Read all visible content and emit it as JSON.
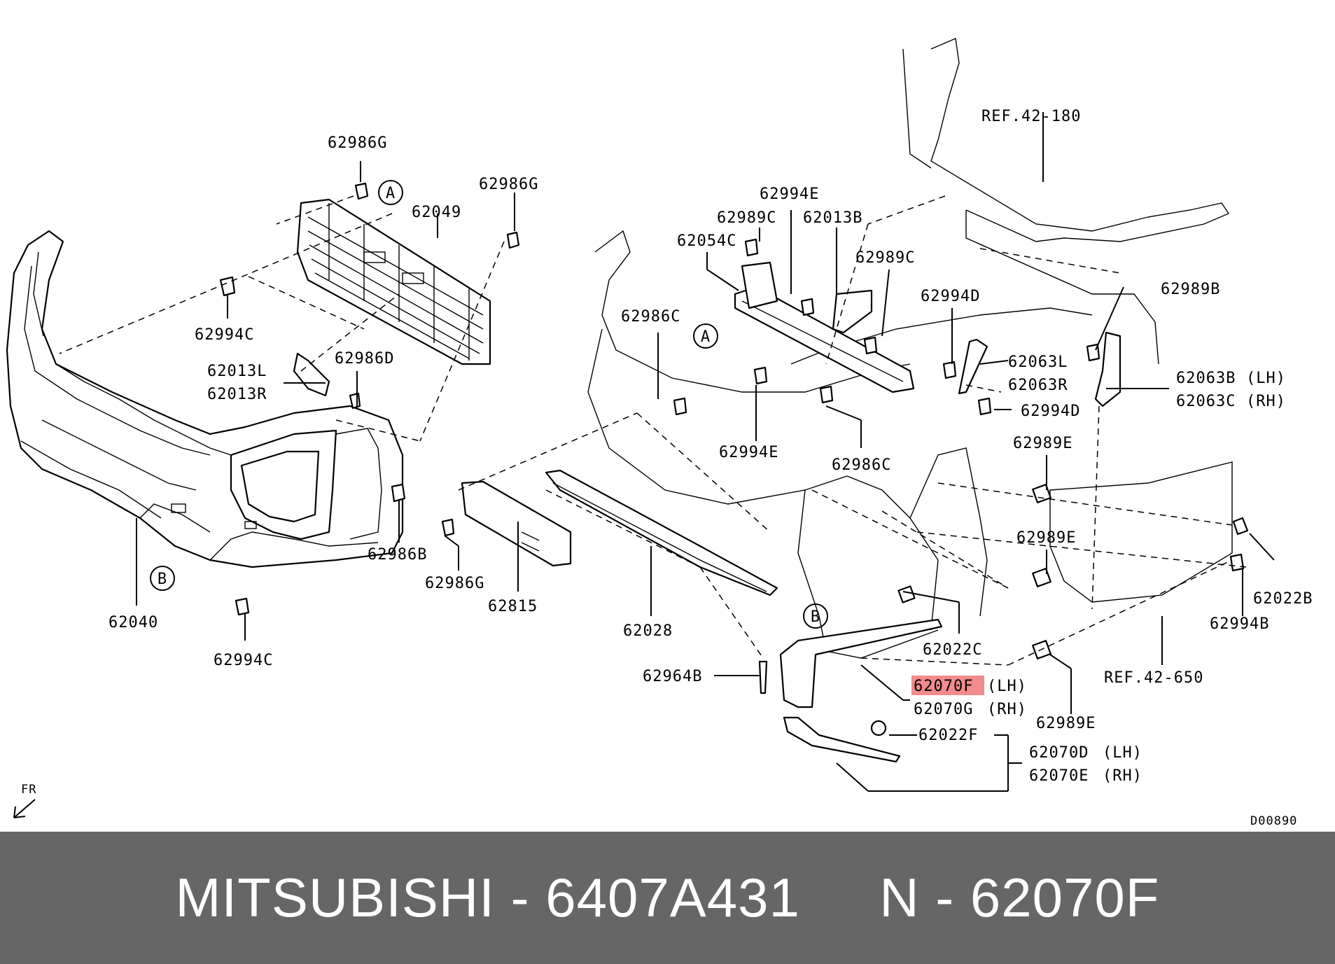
{
  "diagram": {
    "callouts": {
      "p62986G_a": "62986G",
      "p62986G_b": "62986G",
      "p62049": "62049",
      "p62994C_a": "62994C",
      "p62013L": "62013L",
      "p62013R": "62013R",
      "p62986D": "62986D",
      "p62986B": "62986B",
      "p62040": "62040",
      "p62994C_b": "62994C",
      "p62986G_c": "62986G",
      "p62815": "62815",
      "p62028": "62028",
      "p62964B": "62964B",
      "p62986C_a": "62986C",
      "p62994E_a": "62994E",
      "p62989C_a": "62989C",
      "p62013B": "62013B",
      "p62054C": "62054C",
      "p62989C_b": "62989C",
      "p62994E_b": "62994E",
      "p62986C_b": "62986C",
      "p62994D_a": "62994D",
      "p62063L": "62063L",
      "p62063R": "62063R",
      "p62994D_b": "62994D",
      "p62989B": "62989B",
      "p62063B": "62063B",
      "p62063B_side": "(LH)",
      "p62063C": "62063C",
      "p62063C_side": "(RH)",
      "p62989E_a": "62989E",
      "p62989E_b": "62989E",
      "p62989E_c": "62989E",
      "p62022B": "62022B",
      "p62994B": "62994B",
      "p62022C": "62022C",
      "p62070F": "62070F",
      "p62070F_side": "(LH)",
      "p62070G": "62070G",
      "p62070G_side": "(RH)",
      "p62022F": "62022F",
      "p62070D": "62070D",
      "p62070D_side": "(LH)",
      "p62070E": "62070E",
      "p62070E_side": "(RH)",
      "ref_42_180": "REF.42-180",
      "ref_42_650": "REF.42-650"
    },
    "markers": {
      "A1": "A",
      "A2": "A",
      "B1": "B",
      "B2": "B"
    },
    "direction_label": "FR",
    "diagram_code": "D00890",
    "highlight_color": "#f28b8b"
  },
  "footer": {
    "text": "MITSUBISHI - 6407A431     N - 62070F",
    "background": "#666666"
  }
}
